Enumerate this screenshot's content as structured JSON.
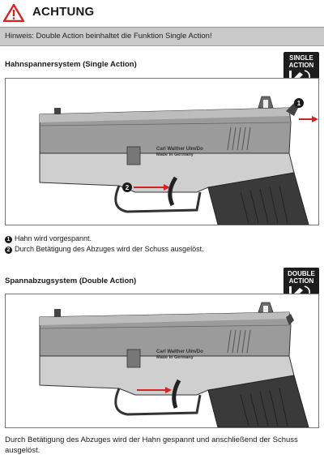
{
  "header": {
    "title": "ACHTUNG",
    "hint": "Hinweis: Double Action beinhaltet die Funktion Single Action!"
  },
  "single_action": {
    "title": "Hahnspannersystem (Single Action)",
    "badge_line1": "SINGLE",
    "badge_line2": "ACTION",
    "engraving_line1": "Carl Walther Ulm/Do",
    "engraving_line2": "Made in Germany",
    "marker_1": "1",
    "marker_2": "2",
    "note_1_num": "1",
    "note_1": "Hahn wird vorgespannt.",
    "note_2_num": "2",
    "note_2": "Durch Betätigung des Abzuges wird der Schuss ausgelöst."
  },
  "double_action": {
    "title": "Spannabzugsystem (Double Action)",
    "badge_line1": "DOUBLE",
    "badge_line2": "ACTION",
    "engraving_line1": "Carl Walther Ulm/Do",
    "engraving_line2": "Made in Germany",
    "description": "Durch Betätigung des Abzuges wird der Hahn gespannt und anschließend der Schuss ausgelöst."
  },
  "colors": {
    "arrow": "#d42323",
    "warning": "#d42323",
    "hint_bg": "#c9c9c9",
    "badge_bg": "#1d1d1d"
  },
  "icons": [
    "warning-triangle-icon",
    "hammer-icon"
  ]
}
